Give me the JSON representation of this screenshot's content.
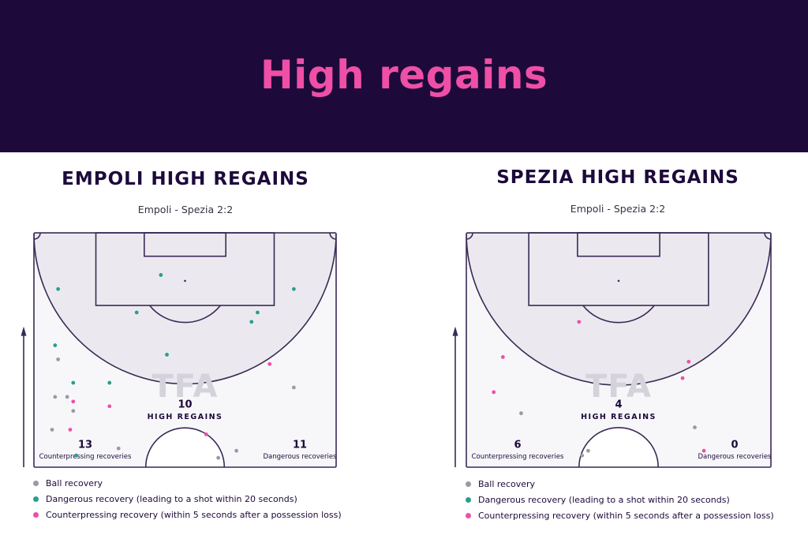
{
  "header": {
    "title": "High regains"
  },
  "colors": {
    "ball": "#9a9aa6",
    "dangerous": "#2a9d8f",
    "counterpress": "#ef4fa6",
    "line": "#3a2a55",
    "pitch_arc": "#ebe9ef",
    "pitch": "#f7f7f9"
  },
  "watermark": "TFA",
  "legend": [
    {
      "type": "ball",
      "label": "Ball recovery"
    },
    {
      "type": "dangerous",
      "label": "Dangerous recovery (leading to a shot within 20 seconds)"
    },
    {
      "type": "counterpress",
      "label": "Counterpressing recovery (within 5 seconds after a possession loss)"
    }
  ],
  "chart_data": [
    {
      "type": "scatter",
      "title": "EMPOLI HIGH REGAINS",
      "subtitle": "Empoli - Spezia 2:2",
      "stats": {
        "high_regains": {
          "value": 10,
          "label": "HIGH REGAINS"
        },
        "counterpressing": {
          "value": 13,
          "label": "Counterpressing recoveries"
        },
        "dangerous": {
          "value": 11,
          "label": "Dangerous recoveries"
        }
      },
      "points": [
        {
          "x": 0.08,
          "y": 0.24,
          "t": "dangerous"
        },
        {
          "x": 0.42,
          "y": 0.18,
          "t": "dangerous"
        },
        {
          "x": 0.34,
          "y": 0.34,
          "t": "dangerous"
        },
        {
          "x": 0.72,
          "y": 0.38,
          "t": "dangerous"
        },
        {
          "x": 0.74,
          "y": 0.34,
          "t": "dangerous"
        },
        {
          "x": 0.86,
          "y": 0.24,
          "t": "dangerous"
        },
        {
          "x": 0.07,
          "y": 0.48,
          "t": "dangerous"
        },
        {
          "x": 0.44,
          "y": 0.52,
          "t": "dangerous"
        },
        {
          "x": 0.13,
          "y": 0.64,
          "t": "dangerous"
        },
        {
          "x": 0.25,
          "y": 0.64,
          "t": "dangerous"
        },
        {
          "x": 0.14,
          "y": 0.95,
          "t": "dangerous"
        },
        {
          "x": 0.08,
          "y": 0.54,
          "t": "ball"
        },
        {
          "x": 0.07,
          "y": 0.7,
          "t": "ball"
        },
        {
          "x": 0.11,
          "y": 0.7,
          "t": "ball"
        },
        {
          "x": 0.13,
          "y": 0.76,
          "t": "ball"
        },
        {
          "x": 0.06,
          "y": 0.84,
          "t": "ball"
        },
        {
          "x": 0.28,
          "y": 0.92,
          "t": "ball"
        },
        {
          "x": 0.67,
          "y": 0.93,
          "t": "ball"
        },
        {
          "x": 0.61,
          "y": 0.96,
          "t": "ball"
        },
        {
          "x": 0.86,
          "y": 0.66,
          "t": "ball"
        },
        {
          "x": 0.13,
          "y": 0.72,
          "t": "counterpress"
        },
        {
          "x": 0.25,
          "y": 0.74,
          "t": "counterpress"
        },
        {
          "x": 0.12,
          "y": 0.84,
          "t": "counterpress"
        },
        {
          "x": 0.57,
          "y": 0.86,
          "t": "counterpress"
        },
        {
          "x": 0.78,
          "y": 0.56,
          "t": "counterpress"
        }
      ]
    },
    {
      "type": "scatter",
      "title": "SPEZIA HIGH REGAINS",
      "subtitle": "Empoli - Spezia 2:2",
      "stats": {
        "high_regains": {
          "value": 4,
          "label": "HIGH REGAINS"
        },
        "counterpressing": {
          "value": 6,
          "label": "Counterpressing recoveries"
        },
        "dangerous": {
          "value": 0,
          "label": "Dangerous recoveries"
        }
      },
      "points": [
        {
          "x": 0.37,
          "y": 0.38,
          "t": "counterpress"
        },
        {
          "x": 0.12,
          "y": 0.53,
          "t": "counterpress"
        },
        {
          "x": 0.09,
          "y": 0.68,
          "t": "counterpress"
        },
        {
          "x": 0.73,
          "y": 0.55,
          "t": "counterpress"
        },
        {
          "x": 0.71,
          "y": 0.62,
          "t": "counterpress"
        },
        {
          "x": 0.78,
          "y": 0.93,
          "t": "counterpress"
        },
        {
          "x": 0.18,
          "y": 0.77,
          "t": "ball"
        },
        {
          "x": 0.75,
          "y": 0.83,
          "t": "ball"
        },
        {
          "x": 0.4,
          "y": 0.93,
          "t": "ball"
        },
        {
          "x": 0.38,
          "y": 0.95,
          "t": "ball"
        }
      ]
    }
  ]
}
